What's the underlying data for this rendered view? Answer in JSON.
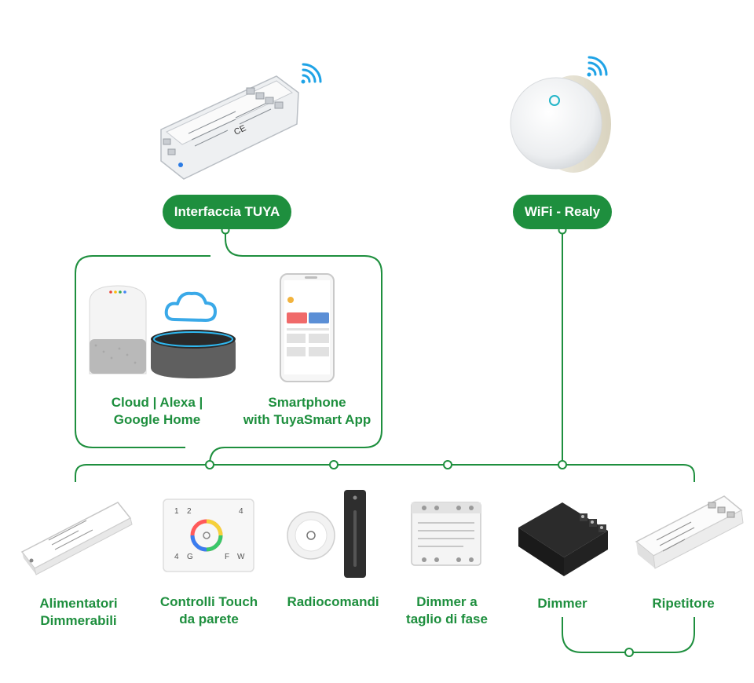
{
  "colors": {
    "accent": "#1e8f3e",
    "wifi_blue": "#1fa3e6",
    "cloud_blue": "#3aa9e8"
  },
  "nodes": {
    "tuya": {
      "label": "Interfaccia TUYA",
      "icon": "tuya-controller-icon"
    },
    "wifi_relay": {
      "label": "WiFi - Realy",
      "icon": "wifi-relay-puck-icon"
    }
  },
  "cloud_group": {
    "cloud": {
      "line1": "Cloud | Alexa |",
      "line2": "Google Home",
      "icon": "smart-speakers-cloud-icon"
    },
    "smartphone": {
      "line1": "Smartphone",
      "line2": "with TuyaSmart App",
      "icon": "smartphone-app-icon"
    }
  },
  "devices": [
    {
      "line1": "Alimentatori",
      "line2": "Dimmerabili",
      "icon": "dimmable-power-supply-icon"
    },
    {
      "line1": "Controlli Touch",
      "line2": "da parete",
      "icon": "wall-touch-panel-icon"
    },
    {
      "line1": "Radiocomandi",
      "line2": "",
      "icon": "remote-controls-icon"
    },
    {
      "line1": "Dimmer a",
      "line2": "taglio di fase",
      "icon": "phase-cut-dimmer-icon"
    },
    {
      "line1": "Dimmer",
      "line2": "",
      "icon": "dimmer-module-icon"
    },
    {
      "line1": "Ripetitore",
      "line2": "",
      "icon": "repeater-module-icon"
    }
  ]
}
